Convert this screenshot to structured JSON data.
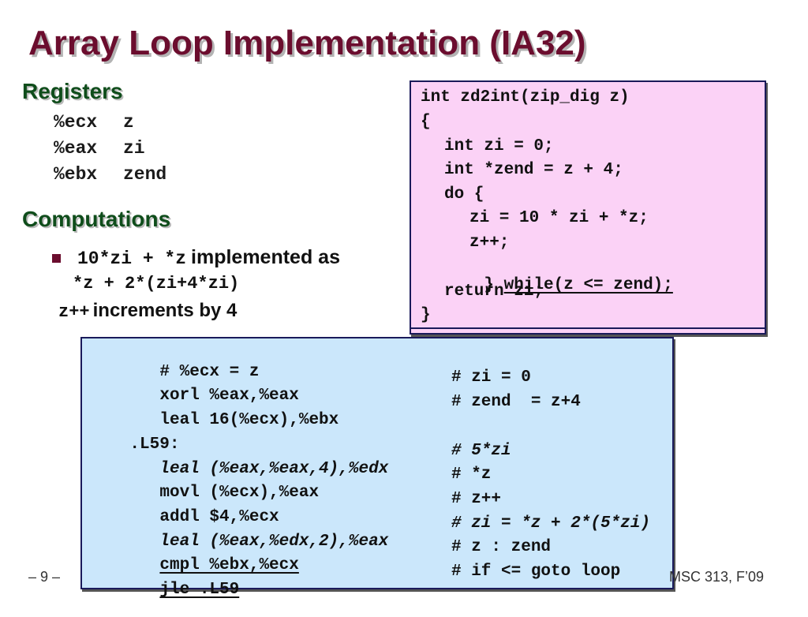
{
  "title": "Array Loop Implementation (IA32)",
  "registers": {
    "heading": "Registers",
    "rows": [
      {
        "reg": "%ecx",
        "var": "z"
      },
      {
        "reg": "%eax",
        "var": "zi"
      },
      {
        "reg": "%ebx",
        "var": "zend"
      }
    ]
  },
  "computations": {
    "heading": "Computations",
    "line1_code": "10*zi + *z",
    "line1_text": "implemented as",
    "line2_code": "*z + 2*(zi+4*zi)",
    "line3_code": "z++",
    "line3_text": "increments by 4"
  },
  "c_code": [
    "int zd2int(zip_dig z)",
    "{",
    "int zi = 0;",
    "int *zend = z + 4;",
    "do {",
    "zi = 10 * zi + *z;",
    "z++;",
    "}",
    "while(z <= zend);",
    "return zi;",
    "}"
  ],
  "asm": [
    {
      "code": "# %ecx = z",
      "comment": ""
    },
    {
      "code": "xorl %eax,%eax",
      "comment": "# zi = 0"
    },
    {
      "code": "leal 16(%ecx),%ebx",
      "comment": "# zend  = z+4"
    },
    {
      "code": ".L59:",
      "comment": ""
    },
    {
      "code": "leal (%eax,%eax,4),%edx",
      "comment": "# 5*zi"
    },
    {
      "code": "movl (%ecx),%eax",
      "comment": "# *z"
    },
    {
      "code": "addl $4,%ecx",
      "comment": "# z++"
    },
    {
      "code": "leal (%eax,%edx,2),%eax",
      "comment": "# zi = *z + 2*(5*zi)"
    },
    {
      "code": "cmpl %ebx,%ecx",
      "comment": "# z : zend"
    },
    {
      "code": "jle .L59",
      "comment": "# if <= goto loop"
    }
  ],
  "footer": {
    "page": "– 9 –",
    "course": "MSC 313, F’09"
  },
  "colors": {
    "title": "#6b0d2e",
    "heading": "#0f4d1b",
    "c_box": "#fbd2f6",
    "asm_box": "#cbe7fb"
  }
}
